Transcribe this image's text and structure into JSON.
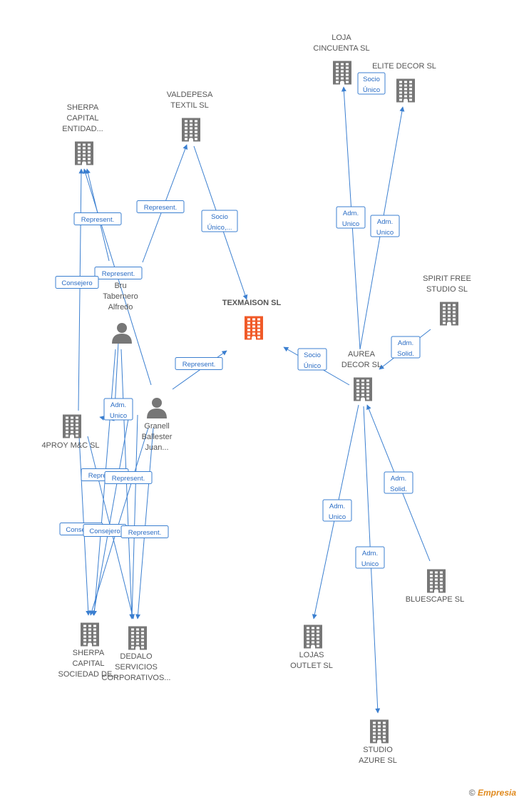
{
  "colors": {
    "edge": "#3b7fd0",
    "node": "#777777",
    "center": "#f05a28"
  },
  "center": {
    "label": "TEXMAISON SL"
  },
  "nodes": [
    {
      "id": "loja",
      "lines": [
        "LOJA",
        "CINCUENTA SL"
      ],
      "type": "building-icon"
    },
    {
      "id": "elite",
      "lines": [
        "ELITE DECOR SL"
      ],
      "type": "building-icon"
    },
    {
      "id": "valdepesa",
      "lines": [
        "VALDEPESA",
        "TEXTIL SL"
      ],
      "type": "building-icon"
    },
    {
      "id": "sherpa1",
      "lines": [
        "SHERPA",
        "CAPITAL",
        "ENTIDAD..."
      ],
      "type": "building-icon"
    },
    {
      "id": "spirit",
      "lines": [
        "SPIRIT FREE",
        "STUDIO  SL"
      ],
      "type": "building-icon"
    },
    {
      "id": "aurea",
      "lines": [
        "AUREA",
        "DECOR SL"
      ],
      "type": "building-icon"
    },
    {
      "id": "bru",
      "lines": [
        "Bru",
        "Tabernero",
        "Alfredo"
      ],
      "type": "person-icon"
    },
    {
      "id": "granell",
      "lines": [
        "Granell",
        "Ballester",
        "Juan..."
      ],
      "type": "person-icon"
    },
    {
      "id": "proy",
      "lines": [
        "4PROY M&C SL"
      ],
      "type": "building-icon"
    },
    {
      "id": "sherpa2",
      "lines": [
        "SHERPA",
        "CAPITAL",
        "SOCIEDAD DE..."
      ],
      "type": "building-icon"
    },
    {
      "id": "dedalo",
      "lines": [
        "DEDALO",
        "SERVICIOS",
        "CORPORATIVOS..."
      ],
      "type": "building-icon"
    },
    {
      "id": "lojas",
      "lines": [
        "LOJAS",
        "OUTLET SL"
      ],
      "type": "building-icon"
    },
    {
      "id": "bluescape",
      "lines": [
        "BLUESCAPE SL"
      ],
      "type": "building-icon"
    },
    {
      "id": "studio",
      "lines": [
        "STUDIO",
        "AZURE SL"
      ],
      "type": "building-icon"
    }
  ],
  "relations": [
    {
      "id": "r1",
      "lines": [
        "Socio",
        "Único"
      ]
    },
    {
      "id": "r2",
      "lines": [
        "Adm.",
        "Unico"
      ]
    },
    {
      "id": "r3",
      "lines": [
        "Adm.",
        "Unico"
      ]
    },
    {
      "id": "r4",
      "lines": [
        "Represent."
      ]
    },
    {
      "id": "r5",
      "lines": [
        "Socio",
        "Único,..."
      ]
    },
    {
      "id": "r6",
      "lines": [
        "Represent."
      ]
    },
    {
      "id": "r7",
      "lines": [
        "Represent."
      ]
    },
    {
      "id": "r8",
      "lines": [
        "Consejero"
      ]
    },
    {
      "id": "r9",
      "lines": [
        "Adm.",
        "Solid."
      ]
    },
    {
      "id": "r10",
      "lines": [
        "Socio",
        "Único"
      ]
    },
    {
      "id": "r11",
      "lines": [
        "Represent."
      ]
    },
    {
      "id": "r12",
      "lines": [
        "Adm.",
        "Unico"
      ]
    },
    {
      "id": "r13",
      "lines": [
        "Represent."
      ]
    },
    {
      "id": "r14",
      "lines": [
        "Represent."
      ]
    },
    {
      "id": "r15",
      "lines": [
        "Consejero"
      ]
    },
    {
      "id": "r16",
      "lines": [
        "Consejero"
      ]
    },
    {
      "id": "r17",
      "lines": [
        "Represent."
      ]
    },
    {
      "id": "r18",
      "lines": [
        "Adm.",
        "Solid."
      ]
    },
    {
      "id": "r19",
      "lines": [
        "Adm.",
        "Unico"
      ]
    },
    {
      "id": "r20",
      "lines": [
        "Adm.",
        "Unico"
      ]
    }
  ],
  "watermark": {
    "copyright": "©",
    "brand": "Empresia"
  }
}
